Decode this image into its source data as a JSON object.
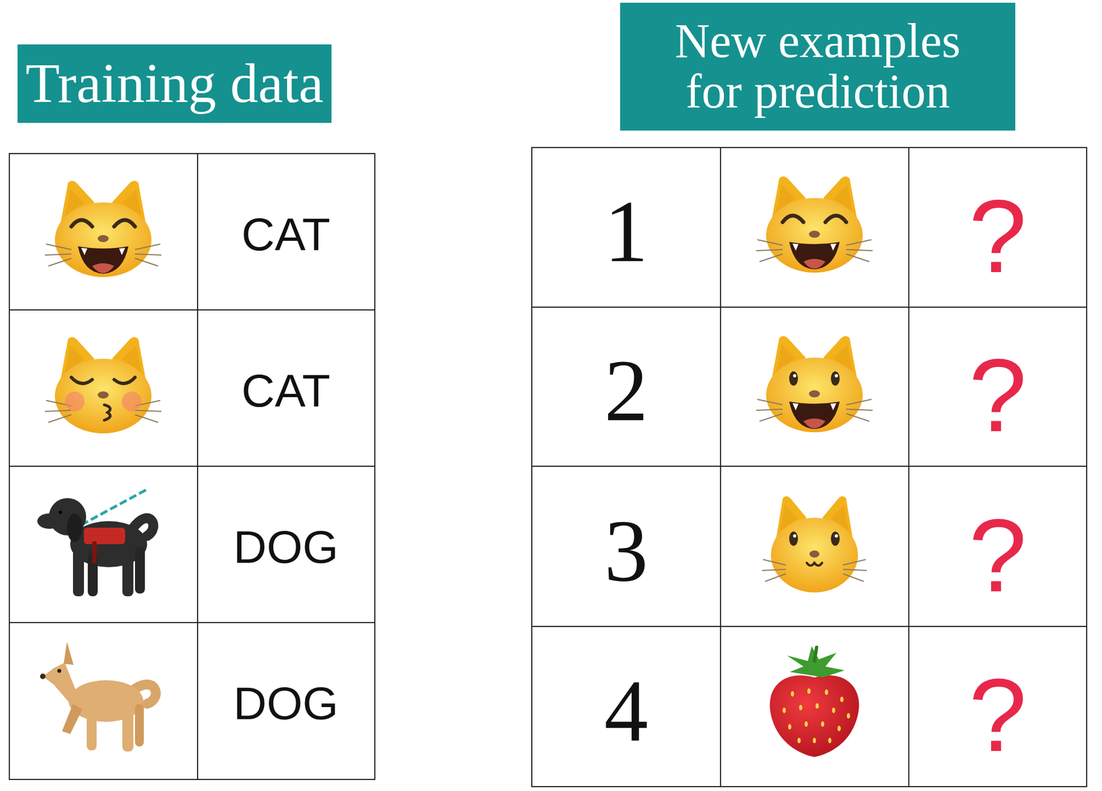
{
  "diagram": {
    "nodes": [
      {
        "text": [
          "Training data"
        ]
      },
      {
        "text": [
          "New examples for prediction"
        ]
      }
    ],
    "labels": [
      "CAT",
      "CAT",
      "DOG",
      "DOG",
      "1",
      "?",
      "2",
      "?",
      "3",
      "?",
      "4",
      "?"
    ]
  }
}
